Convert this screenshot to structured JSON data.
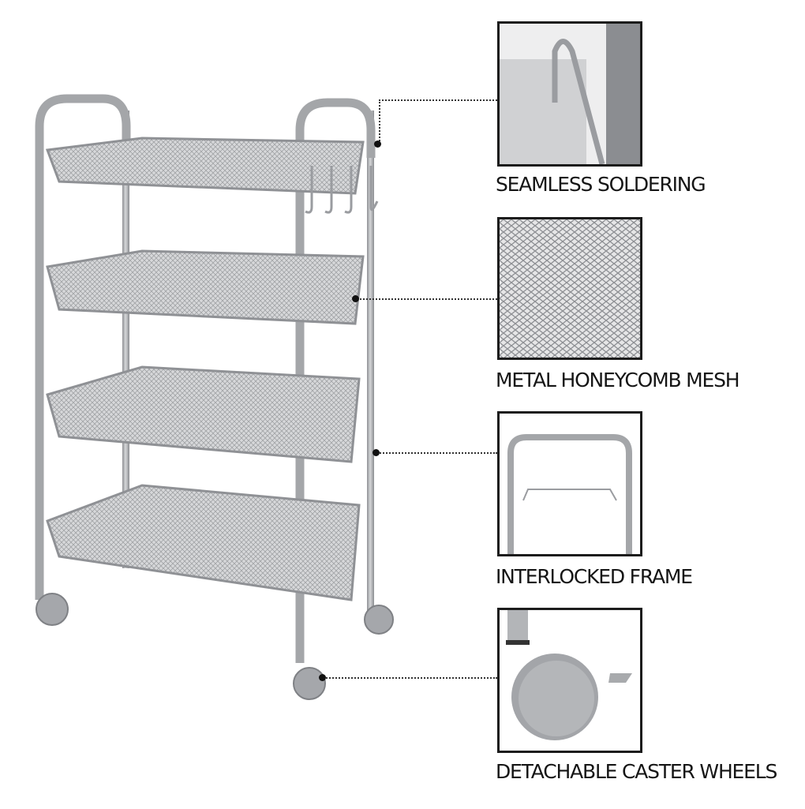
{
  "product": "4-tier metal mesh rolling utility cart",
  "colors": {
    "frame": "#a9abae",
    "mesh": "#c7c8ca",
    "wheel": "#9a9ca0",
    "border": "#1c1c1c",
    "text": "#151515"
  },
  "features": [
    {
      "label": "SEAMLESS SOLDERING"
    },
    {
      "label": "METAL HONEYCOMB MESH"
    },
    {
      "label": "INTERLOCKED FRAME"
    },
    {
      "label": "DETACHABLE CASTER WHEELS"
    }
  ]
}
